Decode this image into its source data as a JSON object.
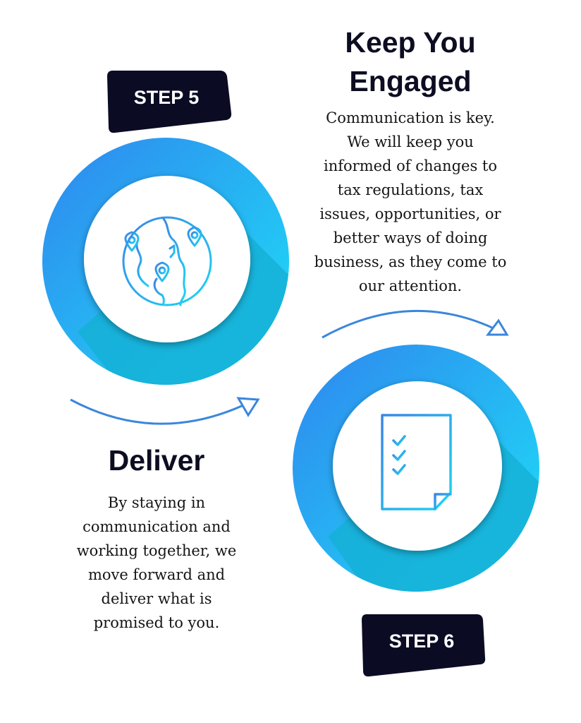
{
  "colors": {
    "ring_start": "#2f8ef0",
    "ring_end": "#1ad8f5",
    "shadow": "#14aed2",
    "badge": "#0b0b24",
    "arrow": "#3a86dc"
  },
  "step5": {
    "badge": "STEP 5",
    "title_lines": [
      "Keep You",
      "Engaged"
    ],
    "text_lines": [
      "Communication is key.",
      "We will keep you",
      "informed of changes to",
      "tax regulations, tax",
      "issues, opportunities, or",
      "better ways of doing",
      "business, as they come to",
      "our attention."
    ],
    "icon": "globe-location-pins-icon"
  },
  "step6": {
    "badge": "STEP 6",
    "title": "Deliver",
    "text_lines": [
      "By staying in",
      "communication and",
      "working together, we",
      "move forward and",
      "deliver what is",
      "promised to you."
    ],
    "icon": "checklist-document-icon"
  }
}
